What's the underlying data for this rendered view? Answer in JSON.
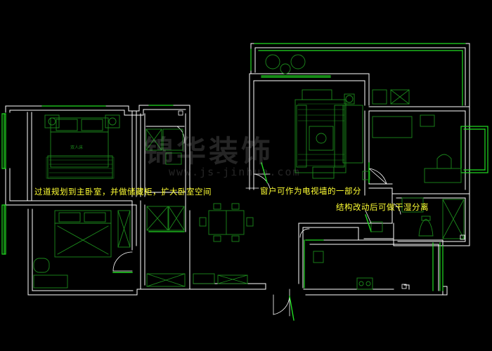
{
  "annotations": {
    "corridor_note": "过道规划到主卧室，并做储藏柜，扩大卧室空间",
    "window_note": "窗户可作为电视墙的一部分",
    "structure_note": "结构改动后可做干湿分离"
  },
  "watermark": {
    "brand": "锦华装饰",
    "url": "www.js-jinhua.com"
  },
  "furniture": {
    "bed_label": "双人床"
  },
  "colors": {
    "wall": "#ffffff",
    "window": "#22dd22",
    "furniture": "#1c8a1c",
    "annotation": "#ffff33",
    "background": "#000000"
  }
}
